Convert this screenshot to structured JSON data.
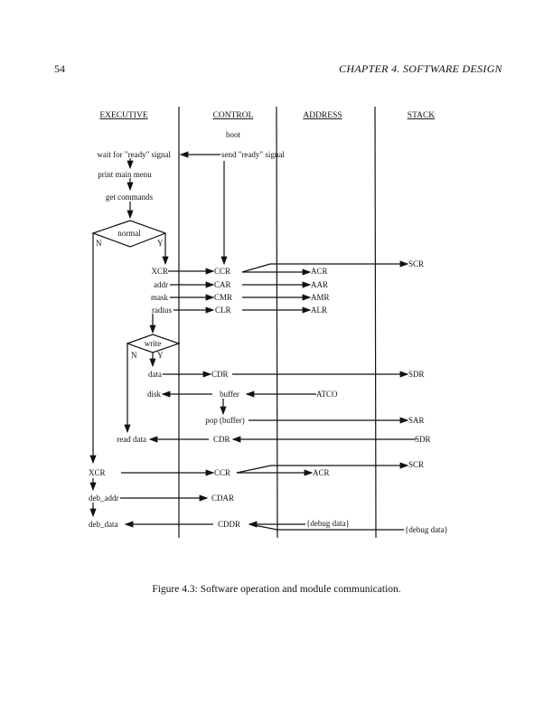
{
  "page": {
    "number": "54",
    "running_head": "CHAPTER 4.  SOFTWARE DESIGN",
    "caption": "Figure 4.3: Software operation and module communication."
  },
  "lanes": [
    "EXECUTIVE",
    "CONTROL",
    "ADDRESS",
    "STACK"
  ],
  "labels": {
    "boot": "boot",
    "wait": "wait for \"ready\" signal",
    "send": "send \"ready\" signal",
    "menu": "print main menu",
    "cmds": "get commands",
    "normal": "normal",
    "n1": "N",
    "y1": "Y",
    "xcr1": "XCR",
    "ccr1": "CCR",
    "acr1": "ACR",
    "scr1": "SCR",
    "addr": "addr",
    "car": "CAR",
    "aar": "AAR",
    "mask": "mask",
    "cmr": "CMR",
    "amr": "AMR",
    "radius": "radius",
    "clr": "CLR",
    "alr": "ALR",
    "write": "write",
    "n2": "N",
    "y2": "Y",
    "data": "data",
    "cdr1": "CDR",
    "sdr1": "SDR",
    "disk": "disk",
    "buffer": "buffer",
    "atco": "ATCO",
    "pop": "pop (buffer)",
    "sar": "SAR",
    "read": "read data",
    "cdr2": "CDR",
    "sdr2": "SDR",
    "xcr2": "XCR",
    "ccr2": "CCR",
    "acr2": "ACR",
    "scr2": "SCR",
    "deb_addr": "deb_addr",
    "cdar": "CDAR",
    "deb_data": "deb_data",
    "cddr": "CDDR",
    "dbg1": "{debug data}",
    "dbg2": "{debug data}"
  }
}
